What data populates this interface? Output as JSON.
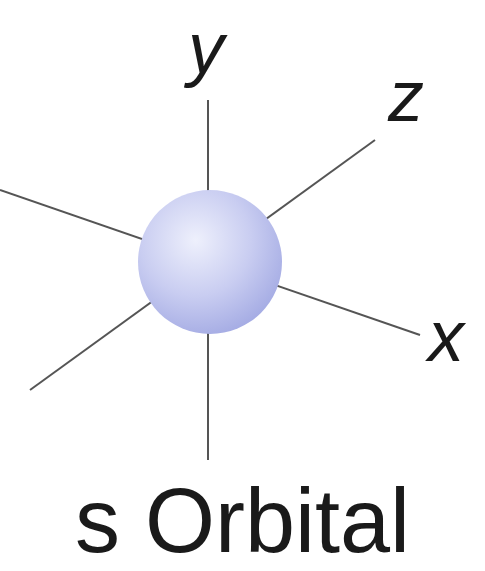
{
  "diagram": {
    "caption": "s Orbital",
    "labels": [
      "y",
      "z",
      "x"
    ]
  }
}
